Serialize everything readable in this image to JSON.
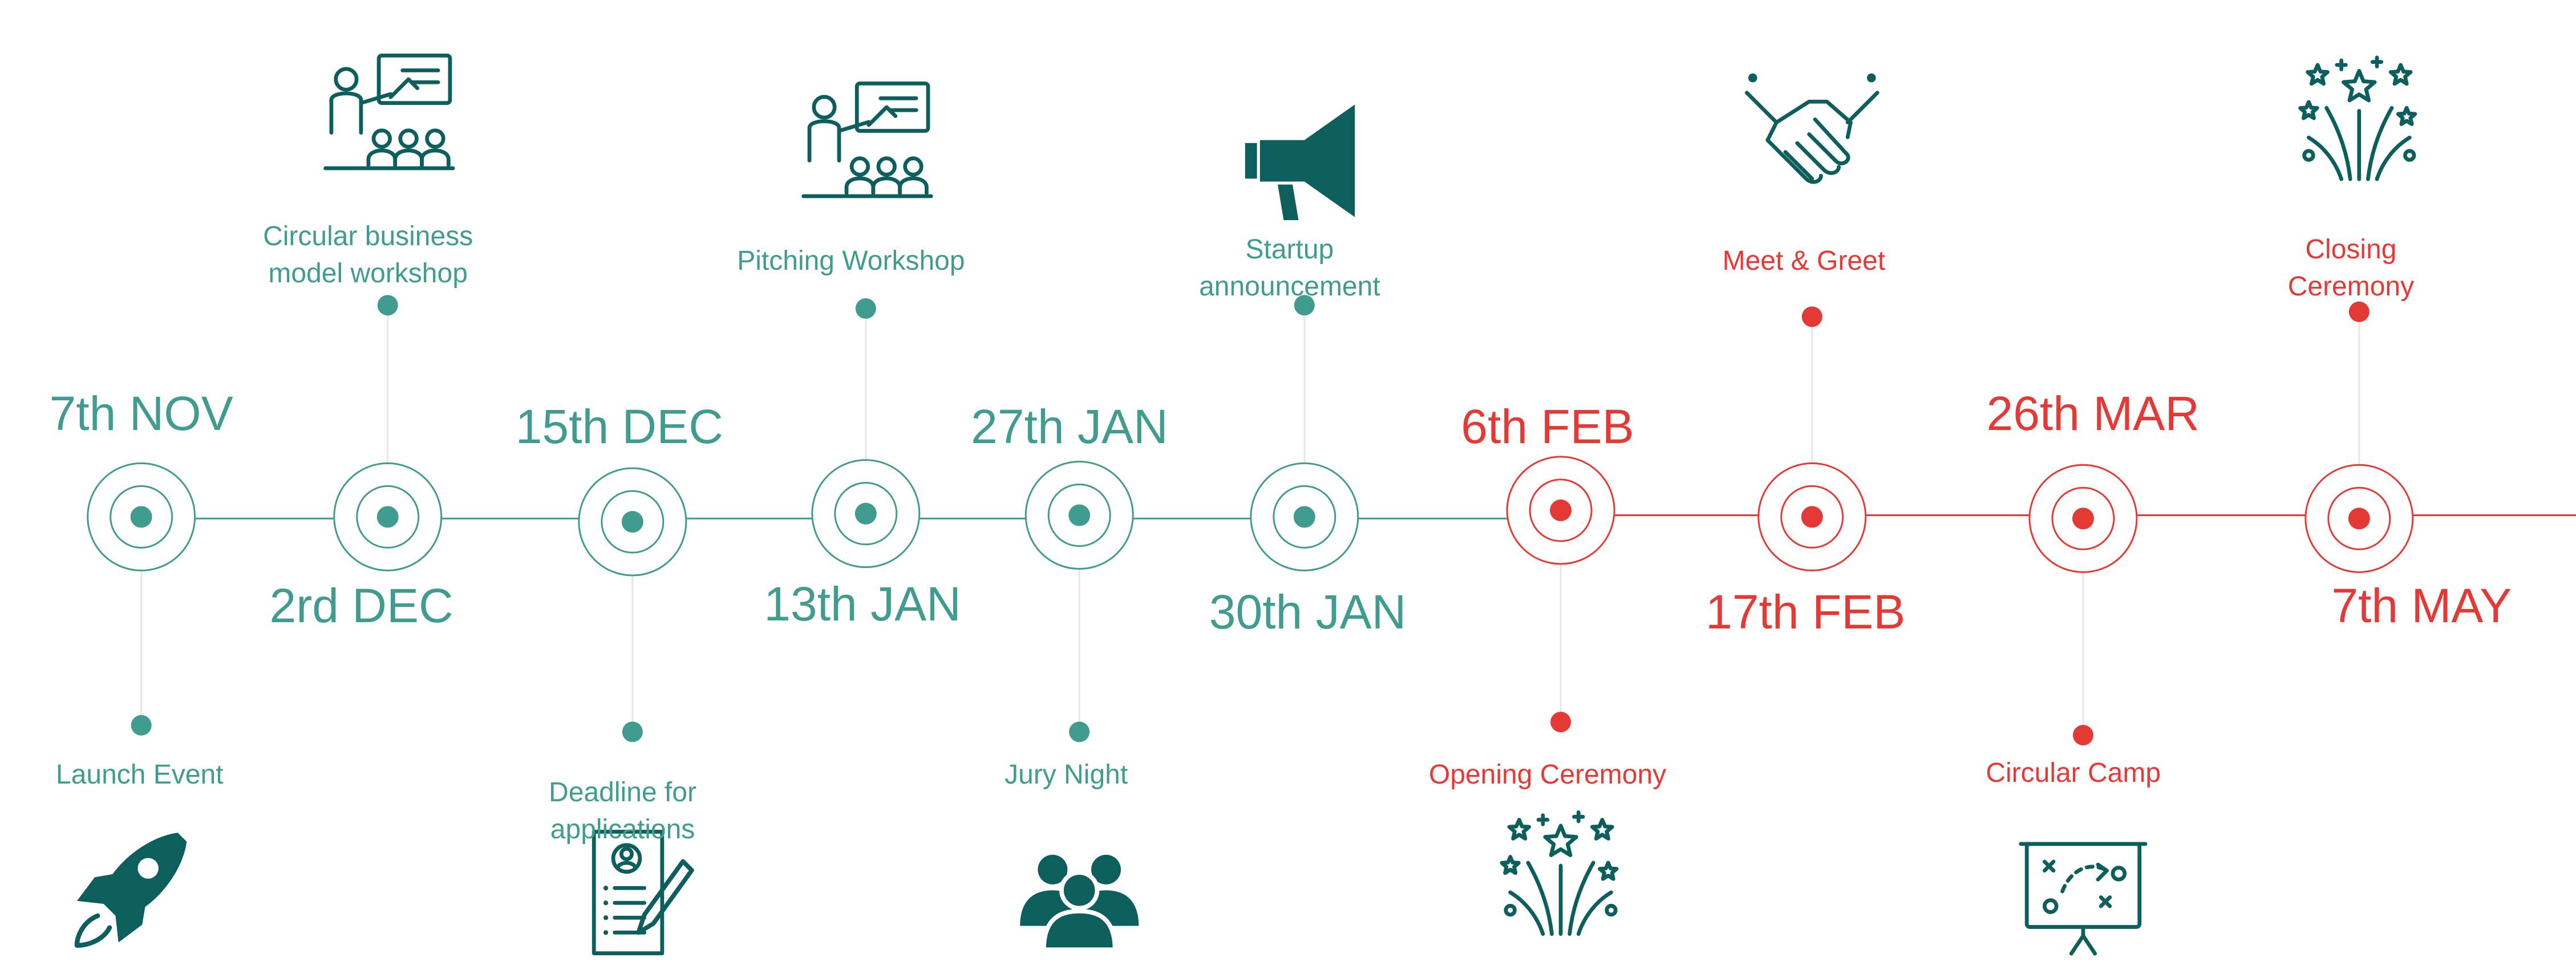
{
  "colors": {
    "teal": "#3f9c8e",
    "red": "#e53935",
    "icon": "#0d5f5e",
    "stem": "#e6e6e6"
  },
  "events": [
    {
      "date": "7th NOV",
      "lines": [
        "Launch Event"
      ],
      "icon": "rocket-icon",
      "phase": "teal"
    },
    {
      "date": "2rd DEC",
      "lines": [
        "Circular business",
        "model workshop"
      ],
      "icon": "presentation-icon",
      "phase": "teal"
    },
    {
      "date": "15th DEC",
      "lines": [
        "Deadline for",
        "applications"
      ],
      "icon": "application-form-icon",
      "phase": "teal"
    },
    {
      "date": "13th JAN",
      "lines": [
        "Pitching Workshop"
      ],
      "icon": "presentation-icon",
      "phase": "teal"
    },
    {
      "date": "27th JAN",
      "lines": [
        "Jury Night"
      ],
      "icon": "group-icon",
      "phase": "teal"
    },
    {
      "date": "30th JAN",
      "lines": [
        "Startup",
        "announcement"
      ],
      "icon": "megaphone-icon",
      "phase": "teal"
    },
    {
      "date": "6th FEB",
      "lines": [
        "Opening Ceremony"
      ],
      "icon": "fireworks-icon",
      "phase": "red"
    },
    {
      "date": "17th FEB",
      "lines": [
        "Meet & Greet"
      ],
      "icon": "handshake-icon",
      "phase": "red"
    },
    {
      "date": "26th MAR",
      "lines": [
        "Circular Camp"
      ],
      "icon": "strategy-board-icon",
      "phase": "red"
    },
    {
      "date": "7th MAY",
      "lines": [
        "Closing",
        "Ceremony"
      ],
      "icon": "fireworks-icon",
      "phase": "red"
    }
  ]
}
